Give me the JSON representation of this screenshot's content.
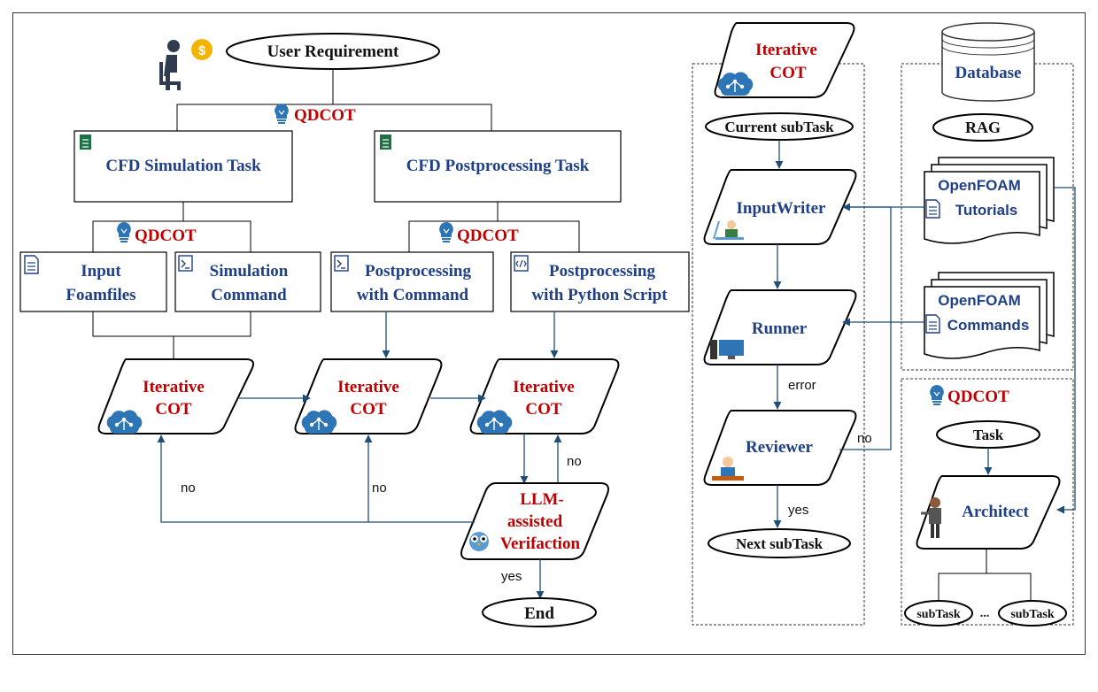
{
  "colors": {
    "red": "#c00000",
    "blue": "#1f3f86",
    "line": "#1f4e79",
    "brain": "#2e75b6"
  },
  "left": {
    "user_requirement": "User Requirement",
    "qdcot_top": "QDCOT",
    "sim_task": "CFD Simulation Task",
    "post_task": "CFD Postprocessing Task",
    "qdcot_sim": "QDCOT",
    "qdcot_post": "QDCOT",
    "input_foamfiles": [
      "Input",
      "Foamfiles"
    ],
    "simulation_command": [
      "Simulation",
      "Command"
    ],
    "post_command": [
      "Postprocessing",
      "with Command"
    ],
    "post_python": [
      "Postprocessing",
      "with Python Script"
    ],
    "iterative_cot": [
      "Iterative",
      "COT"
    ],
    "verification": [
      "LLM-",
      "assisted",
      "Verifaction"
    ],
    "no": "no",
    "yes": "yes",
    "end": "End"
  },
  "middle": {
    "iterative_cot": [
      "Iterative",
      "COT"
    ],
    "current_subtask": "Current subTask",
    "input_writer": "InputWriter",
    "runner": "Runner",
    "reviewer": "Reviewer",
    "error": "error",
    "yes": "yes",
    "no": "no",
    "next_subtask": "Next subTask"
  },
  "right": {
    "database": "Database",
    "rag": "RAG",
    "tutorials": [
      "OpenFOAM",
      "Tutorials"
    ],
    "commands": [
      "OpenFOAM",
      "Commands"
    ],
    "qdcot": "QDCOT",
    "task": "Task",
    "architect": "Architect",
    "subtask": "subTask",
    "ellipsis": "..."
  }
}
